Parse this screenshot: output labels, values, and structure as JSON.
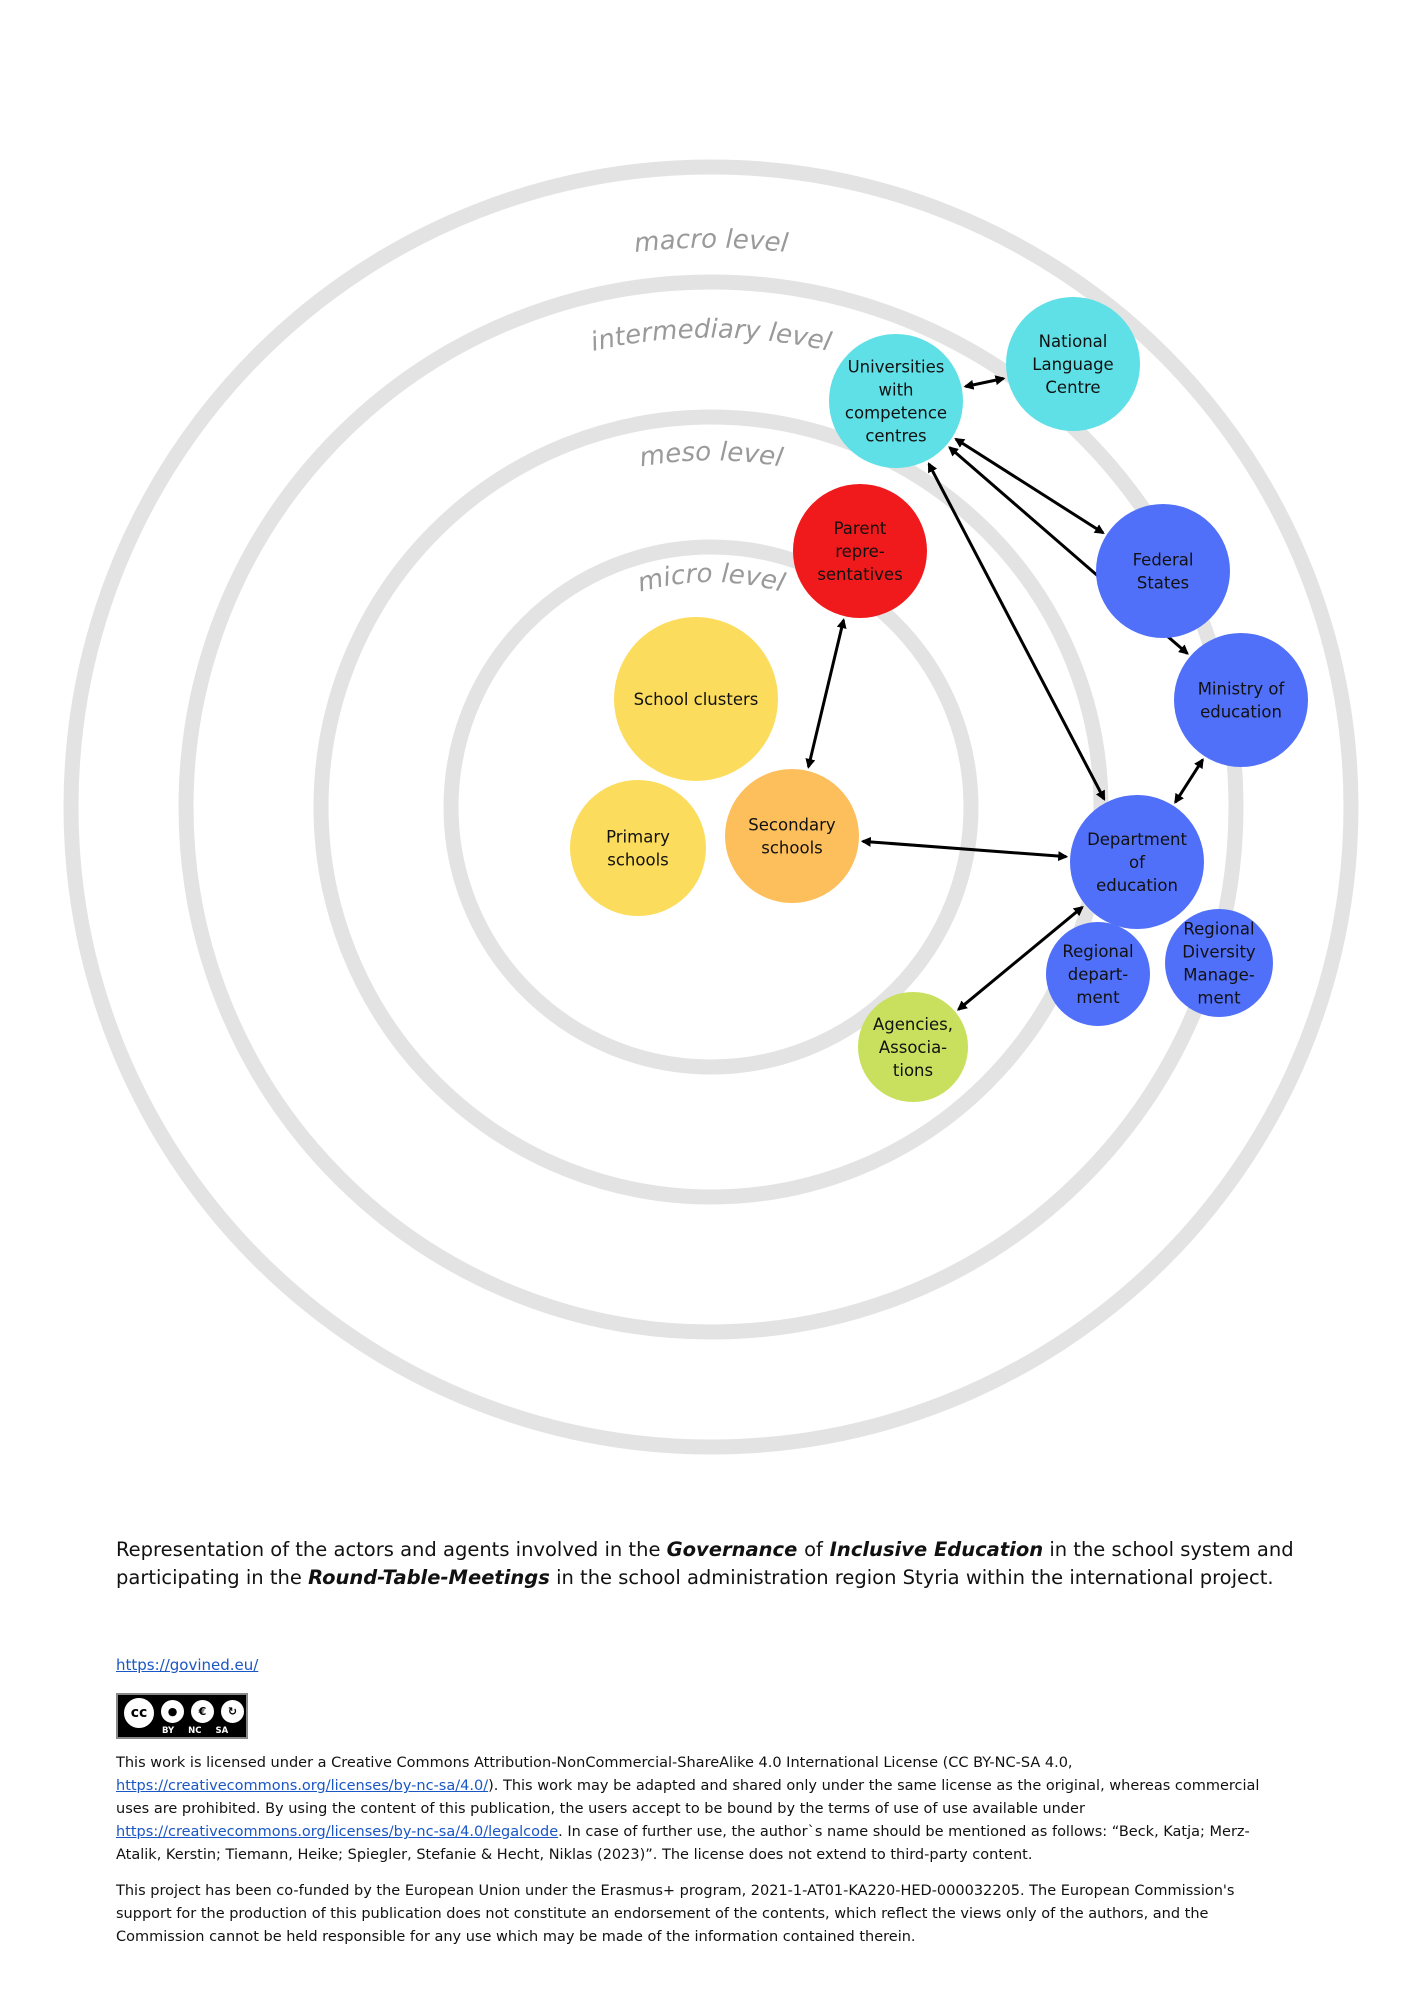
{
  "levels": [
    {
      "id": "macro",
      "label": "macro level"
    },
    {
      "id": "intermediary",
      "label": "intermediary level"
    },
    {
      "id": "meso",
      "label": "meso level"
    },
    {
      "id": "micro",
      "label": "micro level"
    }
  ],
  "ring_color": "#e3e3e3",
  "nodes": [
    {
      "id": "universities",
      "lines": [
        "Universities",
        "with",
        "competence",
        "centres"
      ],
      "color": "#5ee0e6"
    },
    {
      "id": "national-language-centre",
      "lines": [
        "National",
        "Language",
        "Centre"
      ],
      "color": "#5ee0e6"
    },
    {
      "id": "parent-representatives",
      "lines": [
        "Parent",
        "repre-",
        "sentatives"
      ],
      "color": "#f0191b"
    },
    {
      "id": "federal-states",
      "lines": [
        "Federal",
        "States"
      ],
      "color": "#5170f9"
    },
    {
      "id": "ministry-of-education",
      "lines": [
        "Ministry of",
        "education"
      ],
      "color": "#5170f9"
    },
    {
      "id": "school-clusters",
      "lines": [
        "School clusters"
      ],
      "color": "#fcdc5c"
    },
    {
      "id": "primary-schools",
      "lines": [
        "Primary",
        "schools"
      ],
      "color": "#fcdc5c"
    },
    {
      "id": "secondary-schools",
      "lines": [
        "Secondary",
        "schools"
      ],
      "color": "#fdbf5c"
    },
    {
      "id": "department-of-education",
      "lines": [
        "Department",
        "of",
        "education"
      ],
      "color": "#5170f9"
    },
    {
      "id": "regional-department",
      "lines": [
        "Regional",
        "depart-",
        "ment"
      ],
      "color": "#5170f9"
    },
    {
      "id": "regional-diversity-management",
      "lines": [
        "Regional",
        "Diversity",
        "Manage-",
        "ment"
      ],
      "color": "#5170f9"
    },
    {
      "id": "agencies-associations",
      "lines": [
        "Agencies,",
        "Associa-",
        "tions"
      ],
      "color": "#c8e05e"
    }
  ],
  "edges": [
    {
      "from": "universities",
      "to": "national-language-centre"
    },
    {
      "from": "universities",
      "to": "federal-states"
    },
    {
      "from": "universities",
      "to": "ministry-of-education"
    },
    {
      "from": "universities",
      "to": "department-of-education"
    },
    {
      "from": "parent-representatives",
      "to": "secondary-schools"
    },
    {
      "from": "ministry-of-education",
      "to": "department-of-education"
    },
    {
      "from": "secondary-schools",
      "to": "department-of-education"
    },
    {
      "from": "department-of-education",
      "to": "agencies-associations"
    }
  ],
  "caption": {
    "part1": "Representation of the actors and agents involved in the ",
    "em1": "Governance ",
    "part2": "of",
    "em2": " Inclusive Education",
    "part3": " in the school system and participating in the ",
    "em3": "Round-Table-Meetings",
    "part4": " in the school administration region Styria within the international project."
  },
  "website": "https://govined.eu/",
  "cc_badge": {
    "main": "cc",
    "tags": [
      "BY",
      "NC",
      "SA"
    ]
  },
  "license": {
    "text1": "This work is licensed under a Creative Commons Attribution-NonCommercial-ShareAlike 4.0 International License (CC BY-NC-SA 4.0, ",
    "link1": "https://creativecommons.org/licenses/by-nc-sa/4.0/",
    "text2": "). This work may be adapted and shared only under the same license as the original, whereas commercial uses are prohibited. By using the content of this publication, the users accept to be bound by the terms of use of use available under ",
    "link2": "https://creativecommons.org/licenses/by-nc-sa/4.0/legalcode",
    "text3": ". In case of further use, the author`s name should be mentioned as follows: “Beck, Katja; Merz-Atalik, Kerstin; Tiemann, Heike; Spiegler, Stefanie & Hecht, Niklas (2023)”. The license does not extend to third-party content."
  },
  "funding": "This project has been co-funded by the European Union under the Erasmus+ program, 2021-1-AT01-KA220-HED-000032205. The European Commission's support for the production of this publication does not constitute an endorsement of the contents, which reflect the views only of the authors, and the Commission cannot be held responsible for any use which may be made of the information contained therein."
}
